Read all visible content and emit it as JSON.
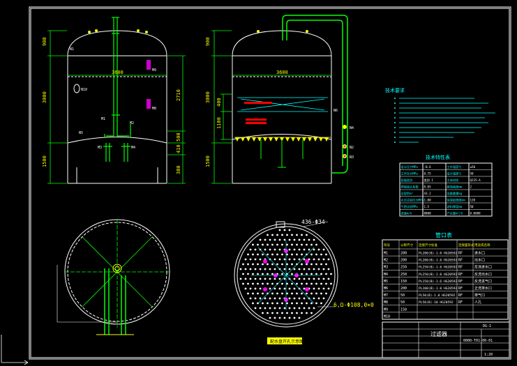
{
  "colors": {
    "background": "#000000",
    "frame": "#ffffff",
    "vessel": "#ffffff",
    "pipe": "#00ff00",
    "dimension": "#00ff00",
    "dim_text": "#ffff00",
    "notes": "#00ffff",
    "hatch": "#ff0000",
    "nozzle_pink": "#ff00ff"
  },
  "left_elevation": {
    "dims": {
      "top": "900",
      "middle": "3000",
      "bottom": "1500",
      "width": "3600",
      "right_top": "2710",
      "right_mid": "500",
      "right_a": "410",
      "right_b": "380"
    },
    "tags": {
      "m1": "M1",
      "m2": "M2",
      "m3": "M3",
      "m4": "M4",
      "m8": "M8",
      "m9": "M9",
      "n1": "N1",
      "n10": "N10",
      "n5": "N5"
    }
  },
  "right_elevation": {
    "dims": {
      "top": "900",
      "middle": "3000",
      "bottom": "1500",
      "width": "3600",
      "a": "400",
      "b": "1100"
    },
    "tags": {
      "n4": "N4",
      "n2": "N2",
      "n3": "N3",
      "n6": "N6"
    }
  },
  "plate_label": "436-Φ34",
  "plate_note": "6,Ω-Φ108,0×0",
  "plate_caption": "配水盘开孔示意图",
  "notes_title": "技术要求",
  "tech_table_title": "技术特性表",
  "tech_table_rows": [
    [
      "设计压力MPa",
      "-0.6",
      "工作温度℃",
      "≤50"
    ],
    [
      "工作压力MPa",
      "0.75",
      "设计温度℃",
      "50"
    ],
    [
      "容器类别",
      "类别 I",
      "主体材质",
      "Q235-A"
    ],
    [
      "焊接接头系数",
      "0.85",
      "腐蚀裕度mm",
      "2"
    ],
    [
      "全容积m³",
      "43.2",
      "设备重量kg",
      ""
    ],
    [
      "水压试验压力MPa",
      "1.00",
      "保温层厚度mm",
      "120"
    ],
    [
      "气密试验MPa",
      "1.5",
      "滤料厚度mm",
      "50"
    ],
    [
      "滤速m/h",
      "8800",
      "产水量m³/h",
      "0.0088"
    ]
  ],
  "nozzle_title": "管口表",
  "nozzle_headers": [
    "符号",
    "公称尺寸",
    "连接尺寸标准",
    "连接面形式",
    "用途或名称"
  ],
  "nozzle_rows": [
    [
      "M1",
      "200",
      "PL200(B)-1.0 HG20592",
      "RF",
      "进水口"
    ],
    [
      "M2",
      "200",
      "PL200(B)-1.0 HG20592",
      "RF",
      "出水口"
    ],
    [
      "M3",
      "250",
      "PL250(B)-1.0 HG20592",
      "RF",
      "反洗进水口"
    ],
    [
      "M4",
      "250",
      "PL250(B)-1.0 HG20592",
      "RF",
      "反洗出水口"
    ],
    [
      "M5",
      "150",
      "PL150(B)-1.6 HG20592",
      "RF",
      "反洗进气口"
    ],
    [
      "M6",
      "200",
      "PL200(B)-1.0 HG20592",
      "RF",
      "正洗排水口"
    ],
    [
      "M7",
      "50",
      "PL50(B)-1.0 HG20592",
      "RF",
      "排气口"
    ],
    [
      "M8",
      "50",
      "PL50(B)-10 HG20592",
      "RF",
      "人孔"
    ],
    [
      "M9",
      "150",
      "",
      "",
      ""
    ],
    [
      "M10",
      "",
      "",
      "",
      ""
    ]
  ],
  "title_block": {
    "name": "过滤器",
    "drawing_no": "DG-1",
    "code": "0000-T01-00-01",
    "scale": "1:20"
  }
}
